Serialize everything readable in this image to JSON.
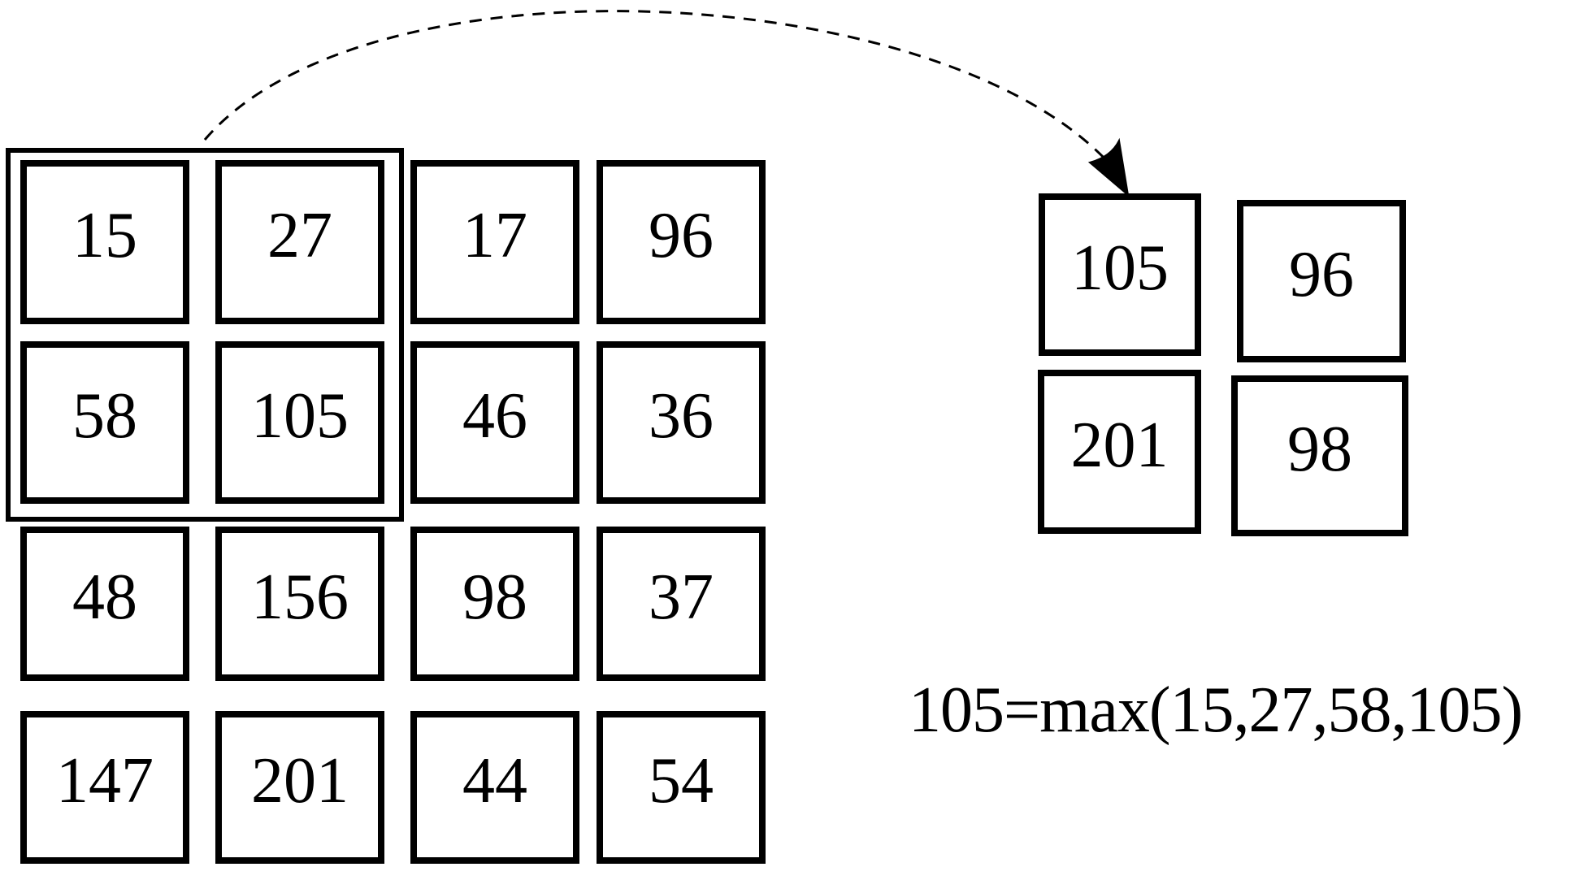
{
  "input_grid": {
    "rows": [
      [
        "15",
        "27",
        "17",
        "96"
      ],
      [
        "58",
        "105",
        "46",
        "36"
      ],
      [
        "48",
        "156",
        "98",
        "37"
      ],
      [
        "147",
        "201",
        "44",
        "54"
      ]
    ]
  },
  "output_grid": {
    "rows": [
      [
        "105",
        "96"
      ],
      [
        "201",
        "98"
      ]
    ]
  },
  "pooling_window": {
    "cells": [
      "15",
      "27",
      "58",
      "105"
    ],
    "result": "105"
  },
  "formula_text": "105=max(15,27,58,105)",
  "colors": {
    "ink": "#000000",
    "background": "#ffffff"
  }
}
